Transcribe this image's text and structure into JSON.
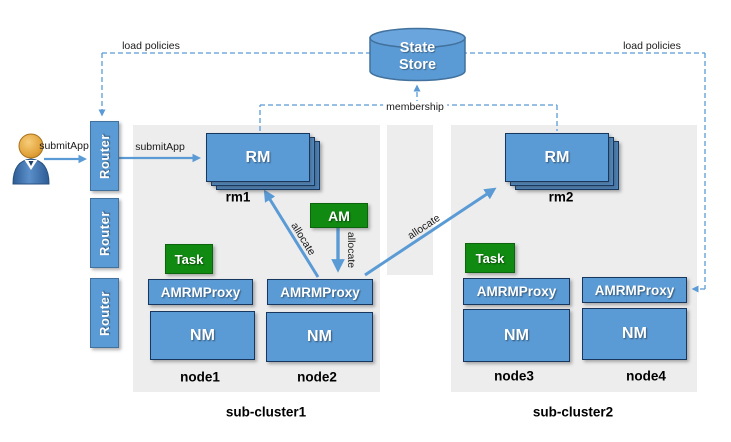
{
  "diagram": {
    "state_store": {
      "line1": "State",
      "line2": "Store"
    },
    "edges": {
      "load_policies_left": "load policies",
      "load_policies_right": "load policies",
      "membership": "membership",
      "submit_app_user": "submitApp",
      "submit_app_router": "submitApp",
      "allocate_to_rm1": "allocate",
      "allocate_am": "allocate",
      "allocate_to_rm2": "allocate"
    },
    "routers": [
      {
        "label": "Router"
      },
      {
        "label": "Router"
      },
      {
        "label": "Router"
      }
    ],
    "clusters": [
      {
        "name": "sub-cluster1",
        "rm": {
          "label": "RM",
          "name": "rm1"
        },
        "nodes": [
          {
            "name": "node1",
            "task_label": "Task",
            "proxy_label": "AMRMProxy",
            "nm_label": "NM"
          },
          {
            "name": "node2",
            "am_label": "AM",
            "proxy_label": "AMRMProxy",
            "nm_label": "NM"
          }
        ]
      },
      {
        "name": "sub-cluster2",
        "rm": {
          "label": "RM",
          "name": "rm2"
        },
        "nodes": [
          {
            "name": "node3",
            "task_label": "Task",
            "proxy_label": "AMRMProxy",
            "nm_label": "NM"
          },
          {
            "name": "node4",
            "proxy_label": "AMRMProxy",
            "nm_label": "NM"
          }
        ]
      }
    ],
    "colors": {
      "box_blue": "#5b9bd5",
      "box_border": "#41719c",
      "node_border": "#17375e",
      "green": "#118a11",
      "green_border": "#0c640c",
      "cluster_bg": "#ededed",
      "line_blue": "#5b9bd5",
      "cylinder_top": "#6ba5dd",
      "label_text": "#1a1a1a"
    }
  }
}
